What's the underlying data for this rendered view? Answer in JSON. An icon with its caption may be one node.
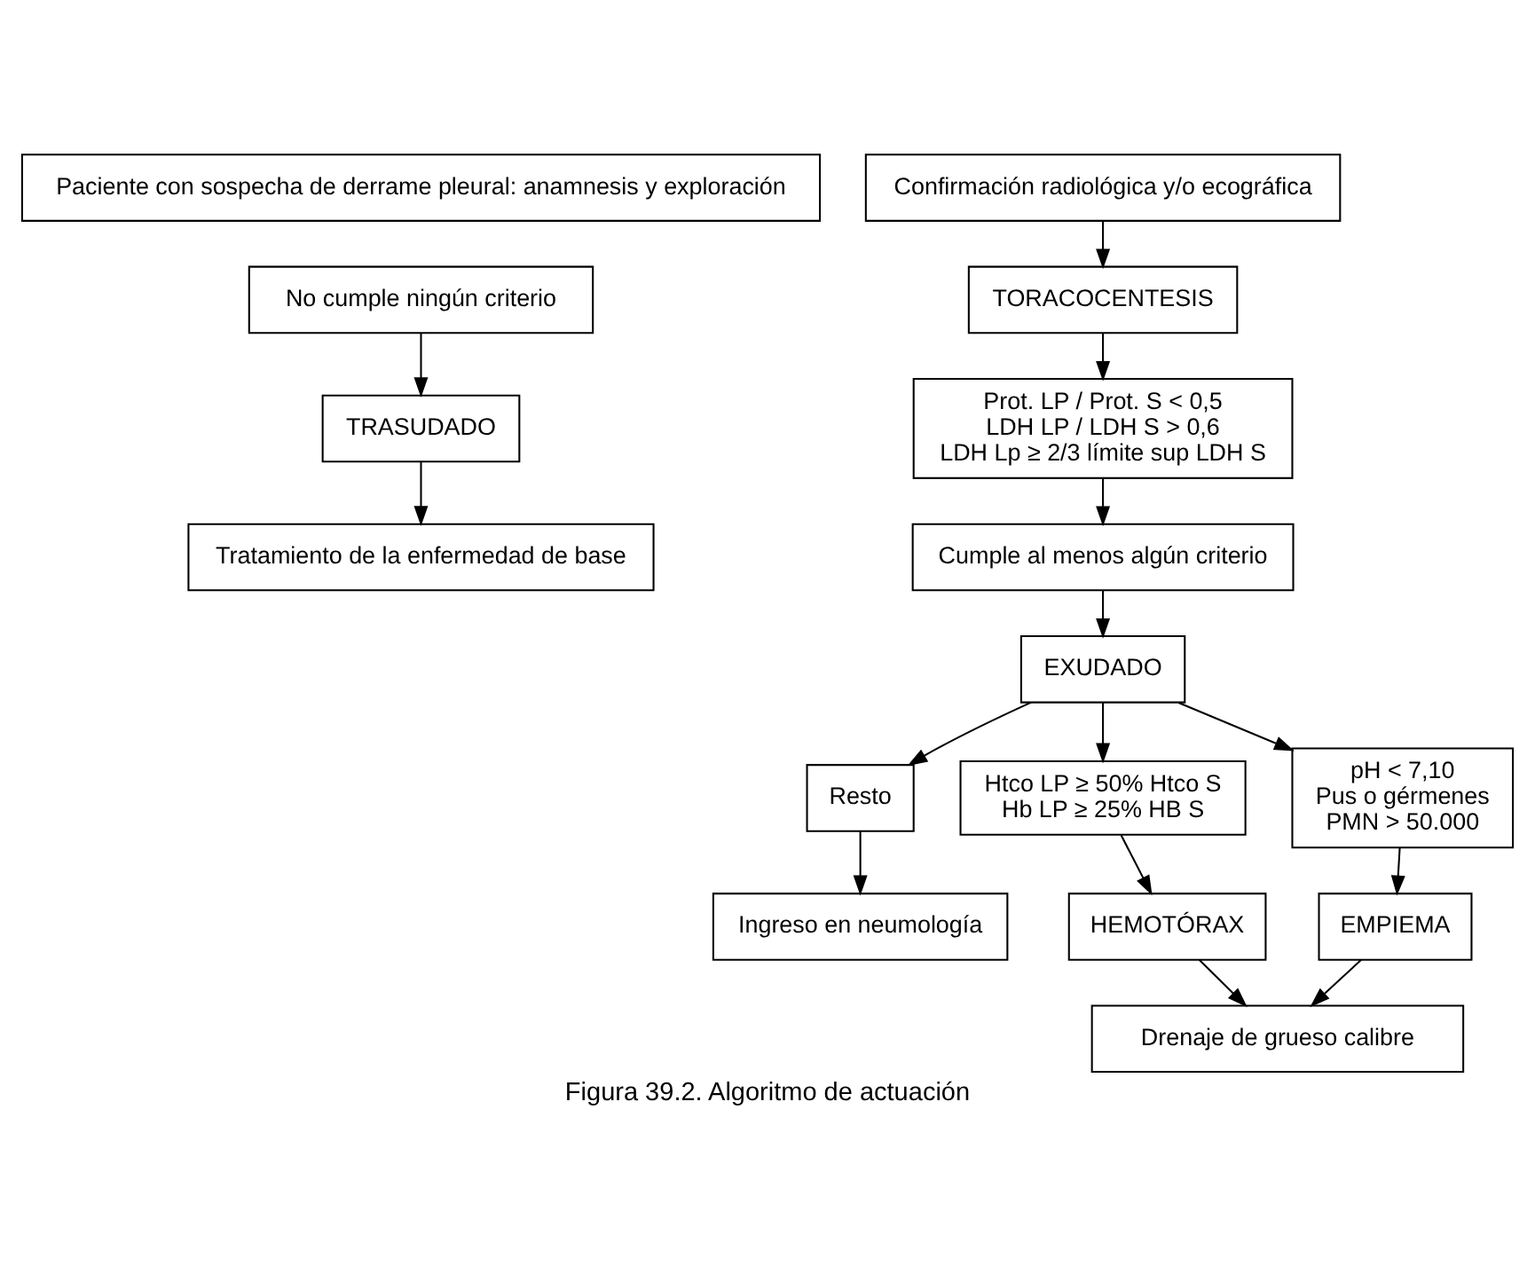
{
  "diagram": {
    "caption": "Figura 39.2. Algoritmo de actuación",
    "nodes": [
      {
        "text": [
          "Paciente con sospecha de derrame pleural: anamnesis y exploración"
        ]
      },
      {
        "text": [
          "Confirmación radiológica y/o ecográfica"
        ]
      },
      {
        "text": [
          "TORACOCENTESIS"
        ]
      },
      {
        "text": [
          "No cumple ningún criterio"
        ]
      },
      {
        "text": [
          "Prot. LP / Prot. S < 0,5",
          "LDH LP / LDH S > 0,6",
          "LDH Lp ≥ 2/3 límite sup LDH S"
        ]
      },
      {
        "text": [
          "TRASUDADO"
        ]
      },
      {
        "text": [
          "Cumple al menos algún criterio"
        ]
      },
      {
        "text": [
          "Tratamiento de la enfermedad de base"
        ]
      },
      {
        "text": [
          "EXUDADO"
        ]
      },
      {
        "text": [
          "Ingreso en neumología"
        ]
      },
      {
        "text": [
          "Resto"
        ]
      },
      {
        "text": [
          "Htco LP ≥ 50% Htco S",
          "Hb LP ≥ 25% HB S"
        ]
      },
      {
        "text": [
          "pH < 7,10",
          "Pus o gérmenes",
          "PMN > 50.000"
        ]
      },
      {
        "text": [
          "HEMOTÓRAX"
        ]
      },
      {
        "text": [
          "EMPIEMA"
        ]
      },
      {
        "text": [
          "Drenaje de grueso calibre"
        ]
      }
    ],
    "edges": [
      {
        "from": 1,
        "to": 2,
        "arrow": "to"
      },
      {
        "from": 2,
        "to": 4,
        "arrow": "to"
      },
      {
        "from": 4,
        "to": 6,
        "arrow": "to"
      },
      {
        "from": 6,
        "to": 8,
        "arrow": "to"
      },
      {
        "from": 3,
        "to": 5,
        "arrow": "to"
      },
      {
        "from": 5,
        "to": 7,
        "arrow": "to"
      },
      {
        "from": 8,
        "to": 10,
        "arrow": "to"
      },
      {
        "from": 10,
        "to": 9,
        "arrow": "to"
      },
      {
        "from": 8,
        "to": 11,
        "arrow": "to"
      },
      {
        "from": 8,
        "to": 12,
        "arrow": "to"
      },
      {
        "from": 11,
        "to": 13,
        "arrow": "to"
      },
      {
        "from": 12,
        "to": 14,
        "arrow": "to"
      },
      {
        "from": 13,
        "to": 15,
        "arrow": "to"
      },
      {
        "from": 14,
        "to": 15,
        "arrow": "to"
      }
    ]
  }
}
